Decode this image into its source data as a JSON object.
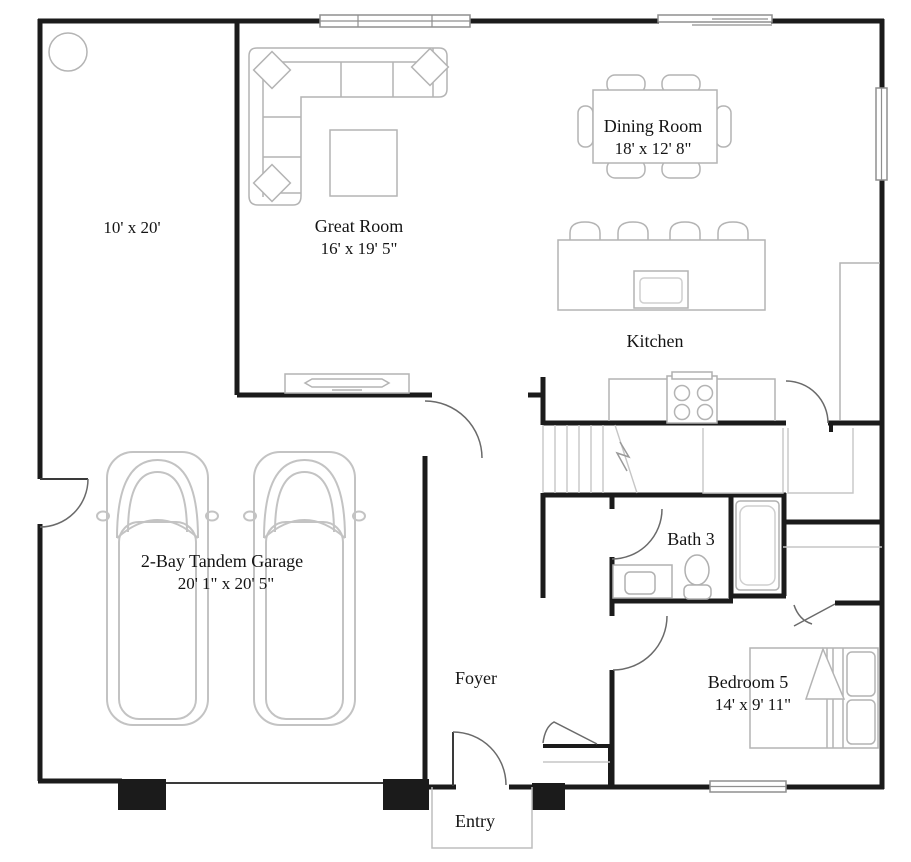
{
  "rooms": {
    "storage": {
      "dims": "10' x 20'"
    },
    "great_room": {
      "name": "Great Room",
      "dims": "16' x 19' 5\""
    },
    "dining_room": {
      "name": "Dining Room",
      "dims": "18' x 12' 8\""
    },
    "kitchen": {
      "name": "Kitchen"
    },
    "garage": {
      "name": "2-Bay Tandem Garage",
      "dims": "20' 1\" x 20' 5\""
    },
    "bath_3": {
      "name": "Bath 3"
    },
    "foyer": {
      "name": "Foyer"
    },
    "bedroom_5": {
      "name": "Bedroom 5",
      "dims": "14' x 9' 11\""
    },
    "entry": {
      "name": "Entry"
    }
  },
  "colors": {
    "wall": "#1b1b1b",
    "furniture_line": "#b4b4b4",
    "text": "#141414",
    "background": "#ffffff"
  }
}
